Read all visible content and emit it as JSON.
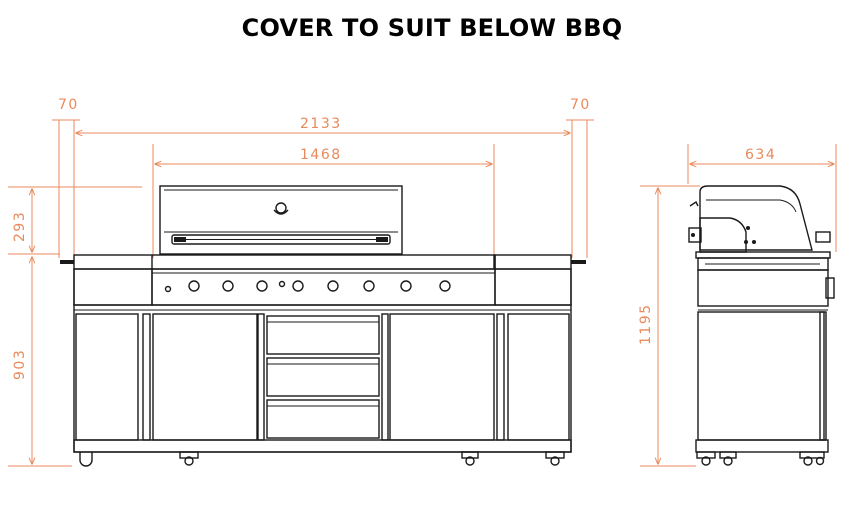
{
  "title": "COVER TO SUIT BELOW BBQ",
  "dimensions": {
    "left_side_shelf_overhang": "70",
    "right_side_shelf_overhang": "70",
    "overall_width": "2133",
    "hood_width": "1468",
    "hood_height": "293",
    "cabinet_height": "903",
    "side_depth": "634",
    "side_total_height": "1195"
  },
  "colors": {
    "dimension_lines": "#e88a5c",
    "drawing_lines": "#1a1a1a"
  }
}
